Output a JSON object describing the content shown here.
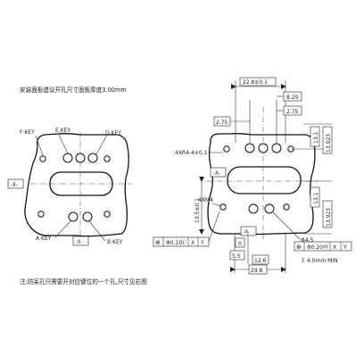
{
  "title": "安装面板建议开孔尺寸面板厚度3.00mm",
  "note": "注:防呆孔只需要开对应键位的一个孔,尺寸见右图",
  "left": {
    "keys": {
      "f": "F KEY",
      "e": "E KEY",
      "d": "D KEY",
      "a": "A KEY",
      "b": "B KEY"
    },
    "x_axis_label": "-X-",
    "y_axis_label": "-Y-"
  },
  "right": {
    "dims": {
      "d_22_8": "22.8±0.1",
      "d_8_25": "8.25",
      "d_2_75_a": "2.75",
      "d_2_75_b": "2.75",
      "d_13_1_top": "13.1",
      "d_13_923_top": "13.923",
      "d_13_1_bot": "13.1",
      "d_13_923_bot": "13.923",
      "d_4xr4": "4XR4-4±0.1",
      "d_13_5": "13.5±0.1",
      "d_4xm4": "4XM4",
      "d_0": "0",
      "d_5_5": "5.5",
      "d_12_6": "12.6",
      "d_29_8": "29.8",
      "d_phi45": "Φ4.5",
      "d_min": "↧ 4.0mm MIN"
    },
    "x_axis_label": "-X-",
    "y_axis_label": "-Y-",
    "fcf_left": {
      "sym": "⊕",
      "tol": "Φ0.10",
      "mod": "Ⓛ",
      "d1": "X",
      "d2": "Y"
    },
    "fcf_right": {
      "sym": "⊕",
      "tol": "Φ0.20",
      "mod": "Ⓜ",
      "d1": "X",
      "d2": "Y"
    }
  }
}
